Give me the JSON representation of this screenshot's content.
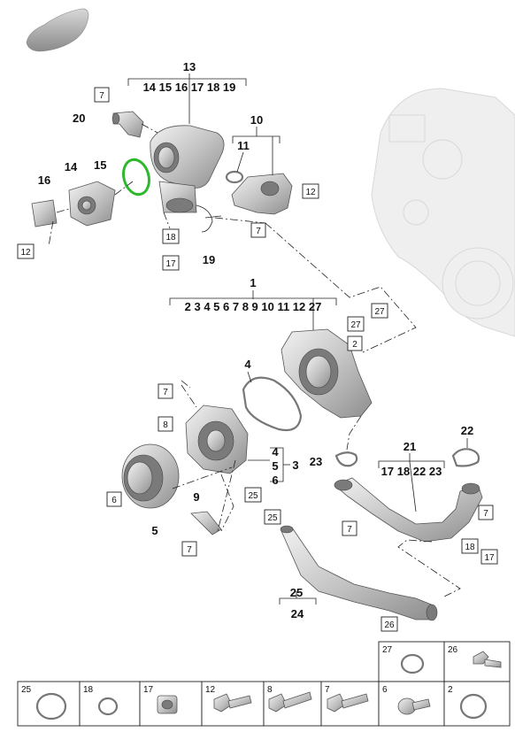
{
  "callouts": {
    "n1": "1",
    "n1_items": "2 3 4 5 6 7 8 9 10 11 12 27",
    "n3": "3",
    "n4": "4",
    "n4b": "4",
    "n5a": "5",
    "n5b": "5",
    "n6": "6",
    "n9": "9",
    "n10": "10",
    "n11": "11",
    "n13": "13",
    "n13_items": "14 15 16 17 18 19",
    "n14": "14",
    "n15": "15",
    "n16": "16",
    "n19": "19",
    "n20": "20",
    "n21": "21",
    "n21_items": "17 18 22 23",
    "n22": "22",
    "n23": "23",
    "n24": "24",
    "n25": "25"
  },
  "boxed_refs": {
    "b7_top": "7",
    "b7_cover": "7",
    "b12_cover": "12",
    "b12_left": "12",
    "b18_top": "18",
    "b17_top": "17",
    "b27": "27",
    "b27b": "27",
    "b2": "2",
    "b7_pump": "7",
    "b8": "8",
    "b6": "6",
    "b7_bracket": "7",
    "b25_a": "25",
    "b25_b": "25",
    "b7_pipe": "7",
    "b7_right": "7",
    "b18_pipe": "18",
    "b17_pipe": "17",
    "b26": "26"
  },
  "legend": {
    "top_row": [
      {
        "id": "27",
        "icon": "seal-ring"
      },
      {
        "id": "26",
        "icon": "hex-bolt-short"
      }
    ],
    "bottom_row": [
      {
        "id": "25",
        "icon": "seal-ring-large"
      },
      {
        "id": "18",
        "icon": "o-ring-small"
      },
      {
        "id": "17",
        "icon": "plug-screw"
      },
      {
        "id": "12",
        "icon": "flange-bolt"
      },
      {
        "id": "8",
        "icon": "flange-bolt-long"
      },
      {
        "id": "7",
        "icon": "flange-bolt"
      },
      {
        "id": "6",
        "icon": "cap-screw"
      },
      {
        "id": "2",
        "icon": "seal-ring"
      }
    ]
  }
}
